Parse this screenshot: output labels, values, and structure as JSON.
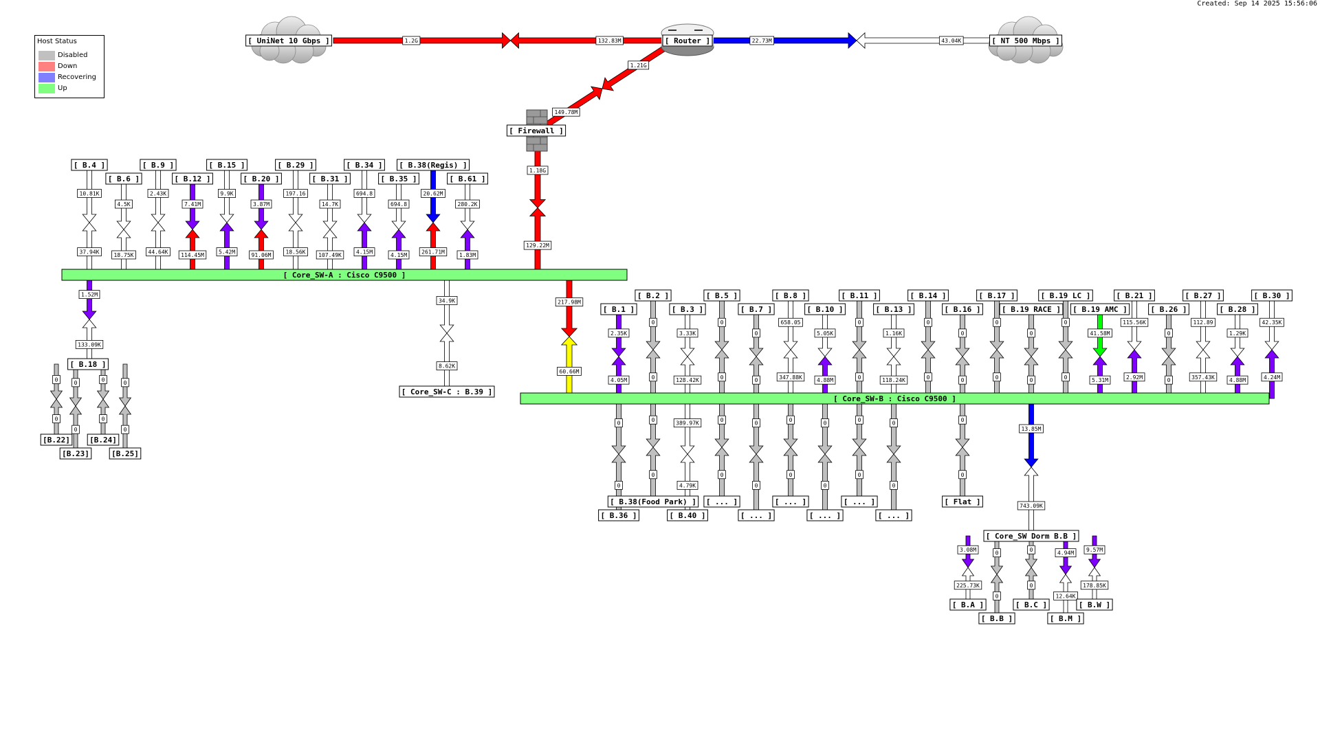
{
  "created": "Created: Sep 14 2025 15:56:06",
  "legend": {
    "title": "Host Status",
    "items": [
      {
        "label": "Disabled",
        "color": "#c0c0c0"
      },
      {
        "label": "Down",
        "color": "#ff8080"
      },
      {
        "label": "Recovering",
        "color": "#8080ff"
      },
      {
        "label": "Up",
        "color": "#80ff80"
      }
    ]
  },
  "colors": {
    "red": "#ff0000",
    "blue": "#0000ff",
    "purple": "#8000ff",
    "grey": "#c0c0c0",
    "white": "#ffffff",
    "yellow": "#ffff00",
    "green": "#00ff00",
    "switch_bar": "#80ff80"
  },
  "clouds": {
    "uninet": "[ UniNet 10 Gbps ]",
    "nt": "[ NT 500 Mbps ]"
  },
  "router": "[ Router ]",
  "firewall": "[ Firewall ]",
  "core_a": "[ Core_SW-A : Cisco C9500 ]",
  "core_b": "[ Core_SW-B : Cisco C9500 ]",
  "core_c": "[ Core_SW-C : B.39 ]",
  "b18": "[ B.18 ]",
  "dorm": "[ Core_SW Dorm B.B ]",
  "wan": {
    "uninet_router_in": "1.2G",
    "uninet_router_out": "132.83M",
    "router_nt_out": "22.73M",
    "router_nt_in": "43.04K",
    "router_fw_a": "1.21G",
    "router_fw_b": "149.78M",
    "fw_core_a": "1.18G",
    "fw_core_b": "129.22M",
    "core_ab_a": "217.98M",
    "core_ab_b": "60.66M",
    "core_c_a": "34.9K",
    "core_c_b": "8.62K",
    "b18_a": "1.52M",
    "b18_b": "133.09K",
    "dorm_a": "13.85M",
    "dorm_b": "743.09K"
  },
  "core_a_nodes": [
    {
      "name": "[ B.4 ]",
      "top": "10.81K",
      "bot": "37.94K"
    },
    {
      "name": "[ B.6 ]",
      "top": "4.5K",
      "bot": "18.75K"
    },
    {
      "name": "[ B.9 ]",
      "top": "2.43K",
      "bot": "44.64K"
    },
    {
      "name": "[ B.12 ]",
      "top": "7.41M",
      "bot": "114.45M"
    },
    {
      "name": "[ B.15 ]",
      "top": "9.9K",
      "bot": "5.42M"
    },
    {
      "name": "[ B.20 ]",
      "top": "3.87M",
      "bot": "91.06M"
    },
    {
      "name": "[ B.29 ]",
      "top": "197.16",
      "bot": "18.56K"
    },
    {
      "name": "[ B.31 ]",
      "top": "14.7K",
      "bot": "107.49K"
    },
    {
      "name": "[ B.34 ]",
      "top": "694.8",
      "bot": "4.15M"
    },
    {
      "name": "[ B.35 ]",
      "top": "694.8",
      "bot": "4.15M"
    },
    {
      "name": "[ B.38(Regis) ]",
      "top": "20.62M",
      "bot": "261.71M"
    },
    {
      "name": "[ B.61 ]",
      "top": "280.2K",
      "bot": "1.83M"
    }
  ],
  "core_b_top_nodes": [
    {
      "name": "[ B.1 ]",
      "top": "2.35K",
      "bot": "4.05M"
    },
    {
      "name": "[ B.2 ]",
      "top": "0",
      "bot": "0"
    },
    {
      "name": "[ B.3 ]",
      "top": "3.33K",
      "bot": "128.42K"
    },
    {
      "name": "[ B.5 ]",
      "top": "0",
      "bot": "0"
    },
    {
      "name": "[ B.7 ]",
      "top": "0",
      "bot": "0"
    },
    {
      "name": "[ B.8 ]",
      "top": "658.05",
      "bot": "347.88K"
    },
    {
      "name": "[ B.10 ]",
      "top": "5.05K",
      "bot": "4.88M"
    },
    {
      "name": "[ B.11 ]",
      "top": "0",
      "bot": "0"
    },
    {
      "name": "[ B.13 ]",
      "top": "1.16K",
      "bot": "118.24K"
    },
    {
      "name": "[ B.14 ]",
      "top": "0",
      "bot": "0"
    },
    {
      "name": "[ B.16 ]",
      "top": "0",
      "bot": "0"
    },
    {
      "name": "[ B.17 ]",
      "top": "0",
      "bot": "0"
    },
    {
      "name": "[ B.19 RACE ]",
      "top": "0",
      "bot": "0"
    },
    {
      "name": "[ B.19 LC ]",
      "top": "0",
      "bot": "0"
    },
    {
      "name": "[ B.19 AMC ]",
      "top": "41.58M",
      "bot": "5.31M"
    },
    {
      "name": "[ B.21 ]",
      "top": "115.56K",
      "bot": "2.92M"
    },
    {
      "name": "[ B.26 ]",
      "top": "0",
      "bot": "0"
    },
    {
      "name": "[ B.27 ]",
      "top": "112.89",
      "bot": "357.43K"
    },
    {
      "name": "[ B.28 ]",
      "top": "1.29K",
      "bot": "4.88M"
    },
    {
      "name": "[ B.30 ]",
      "top": "42.35K",
      "bot": "4.24M"
    }
  ],
  "core_b_bottom_nodes": [
    {
      "name": "[ B.36 ]",
      "top": "0",
      "bot": "0"
    },
    {
      "name": "[ B.38(Food Park) ]",
      "top": "0",
      "bot": "0"
    },
    {
      "name": "[ B.40 ]",
      "top": "389.97K",
      "bot": "4.79K"
    },
    {
      "name": "[ ... ]",
      "top": "0",
      "bot": "0"
    },
    {
      "name": "[ ... ]",
      "top": "0",
      "bot": "0"
    },
    {
      "name": "[ ... ]",
      "top": "0",
      "bot": "0"
    },
    {
      "name": "[ ... ]",
      "top": "0",
      "bot": "0"
    },
    {
      "name": "[ ... ]",
      "top": "0",
      "bot": "0"
    },
    {
      "name": "[ ... ]",
      "top": "0",
      "bot": "0"
    },
    {
      "name": "[ Flat ]",
      "top": "0",
      "bot": "0"
    }
  ],
  "b18_nodes": [
    {
      "name": "[B.22]",
      "top": "0",
      "bot": "0"
    },
    {
      "name": "[B.23]",
      "top": "0",
      "bot": "0"
    },
    {
      "name": "[B.24]",
      "top": "0",
      "bot": "0"
    },
    {
      "name": "[B.25]",
      "top": "0",
      "bot": "0"
    }
  ],
  "dorm_nodes": [
    {
      "name": "[ B.A ]",
      "top": "3.08M",
      "bot": "225.73K"
    },
    {
      "name": "[ B.B ]",
      "top": "0",
      "bot": "0"
    },
    {
      "name": "[ B.C ]",
      "top": "0",
      "bot": "0"
    },
    {
      "name": "[ B.M ]",
      "top": "4.94M",
      "bot": "12.64K"
    },
    {
      "name": "[ B.W ]",
      "top": "9.57M",
      "bot": "178.85K"
    }
  ]
}
